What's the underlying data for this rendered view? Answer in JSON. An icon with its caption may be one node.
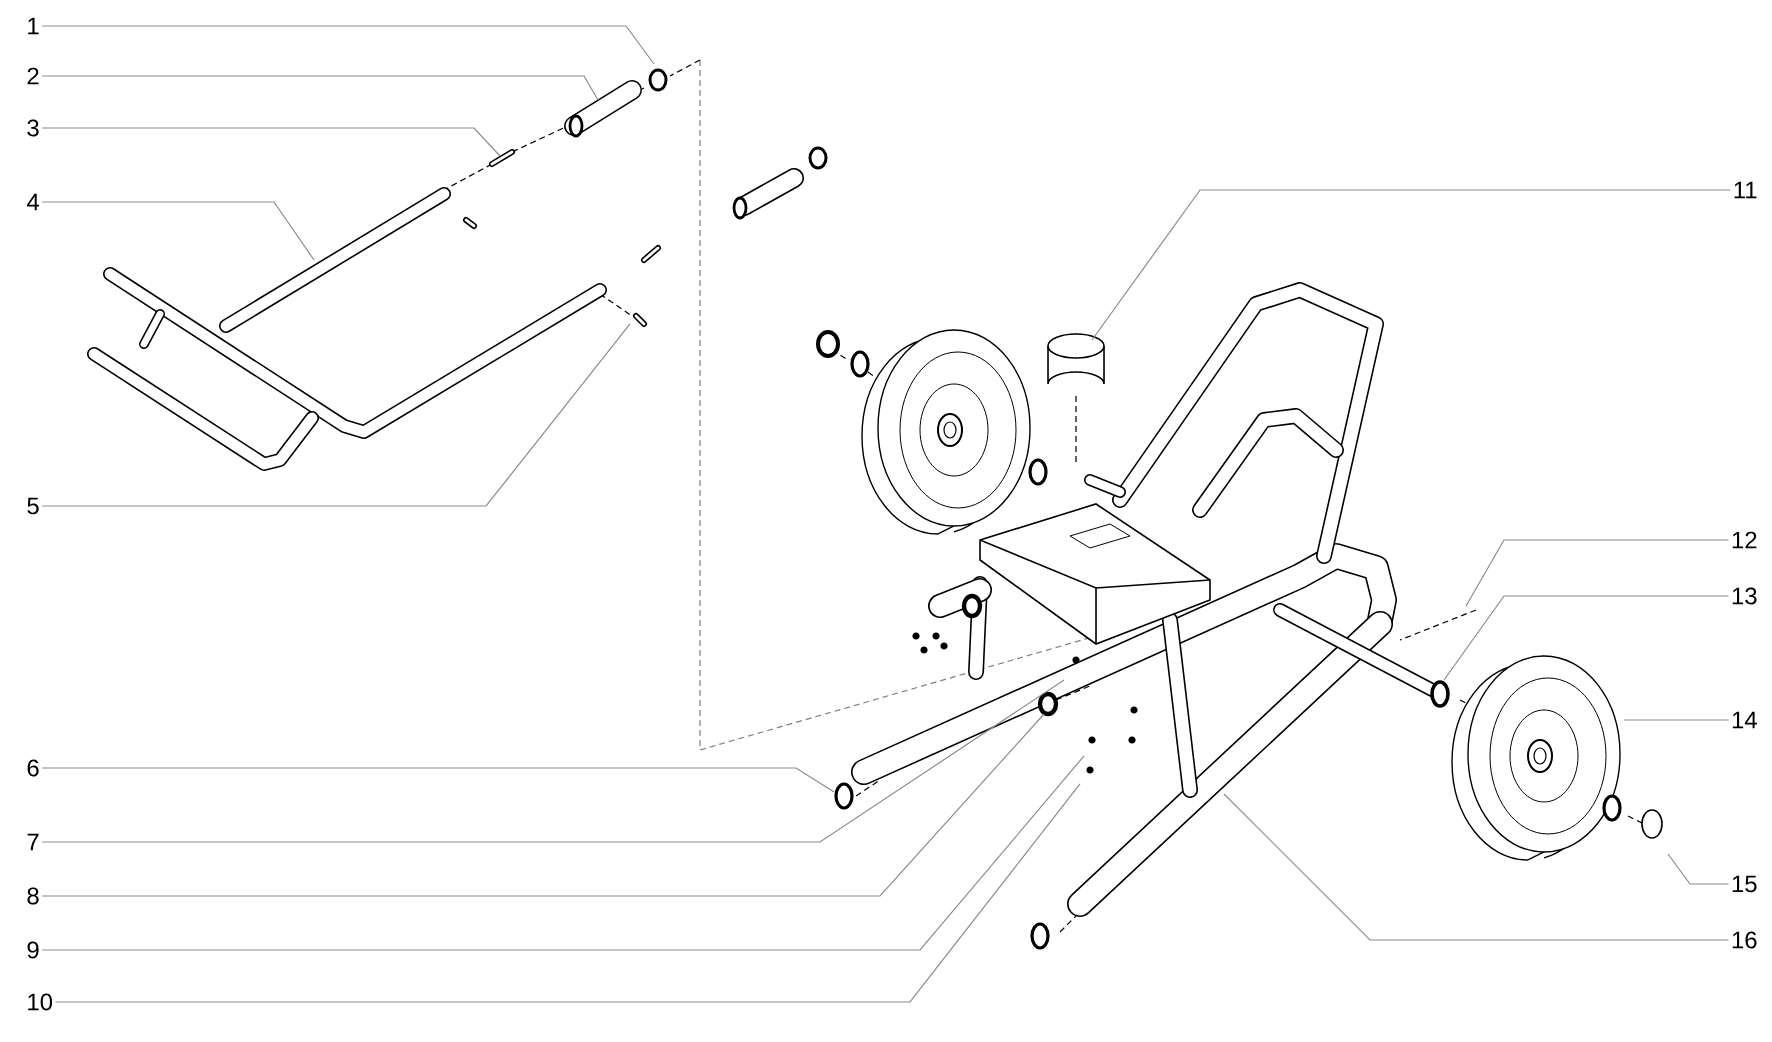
{
  "diagram": {
    "nodes": [
      {
        "text": [
          "1"
        ]
      },
      {
        "text": [
          "2"
        ]
      },
      {
        "text": [
          "3"
        ]
      },
      {
        "text": [
          "4"
        ]
      },
      {
        "text": [
          "5"
        ]
      },
      {
        "text": [
          "6"
        ]
      },
      {
        "text": [
          "7"
        ]
      },
      {
        "text": [
          "8"
        ]
      },
      {
        "text": [
          "9"
        ]
      },
      {
        "text": [
          "10"
        ]
      },
      {
        "text": [
          "11"
        ]
      },
      {
        "text": [
          "12"
        ]
      },
      {
        "text": [
          "13"
        ]
      },
      {
        "text": [
          "14"
        ]
      },
      {
        "text": [
          "15"
        ]
      },
      {
        "text": [
          "16"
        ]
      }
    ],
    "edges": [
      {
        "from": 0,
        "to": null,
        "arrow": "none"
      },
      {
        "from": 1,
        "to": null,
        "arrow": "none"
      },
      {
        "from": 2,
        "to": null,
        "arrow": "none"
      },
      {
        "from": 3,
        "to": null,
        "arrow": "none"
      },
      {
        "from": 4,
        "to": null,
        "arrow": "none"
      },
      {
        "from": 5,
        "to": null,
        "arrow": "none"
      },
      {
        "from": 6,
        "to": null,
        "arrow": "none"
      },
      {
        "from": 7,
        "to": null,
        "arrow": "none"
      },
      {
        "from": 8,
        "to": null,
        "arrow": "none"
      },
      {
        "from": 9,
        "to": null,
        "arrow": "none"
      },
      {
        "from": 10,
        "to": null,
        "arrow": "none"
      },
      {
        "from": 11,
        "to": null,
        "arrow": "none"
      },
      {
        "from": 12,
        "to": null,
        "arrow": "none"
      },
      {
        "from": 13,
        "to": null,
        "arrow": "none"
      },
      {
        "from": 14,
        "to": null,
        "arrow": "none"
      },
      {
        "from": 15,
        "to": null,
        "arrow": "none"
      }
    ]
  }
}
